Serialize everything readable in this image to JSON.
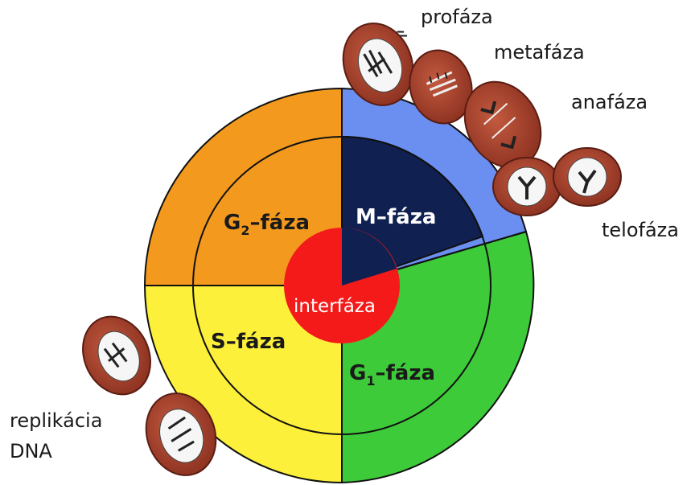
{
  "phases": {
    "g2": {
      "main": "G",
      "sub": "2",
      "suffix": "–fáza",
      "color": "#f39a1e"
    },
    "m": {
      "main": "M–fáza",
      "color": "#102050"
    },
    "s": {
      "main": "S–fáza",
      "color": "#fdf03a"
    },
    "g1": {
      "main": "G",
      "sub": "1",
      "suffix": "–fáza",
      "color": "#3ecb3a"
    }
  },
  "center": {
    "label": "interfáza",
    "color": "#f41a1a"
  },
  "mitosis_band": {
    "color": "#6b8ff0"
  },
  "cell_color": "#a8442e",
  "stages": [
    {
      "name": "profáza"
    },
    {
      "name": "metafáza"
    },
    {
      "name": "anafáza"
    },
    {
      "name": "telofáza"
    }
  ],
  "replication": {
    "line1": "replikácia",
    "line2": "DNA"
  }
}
